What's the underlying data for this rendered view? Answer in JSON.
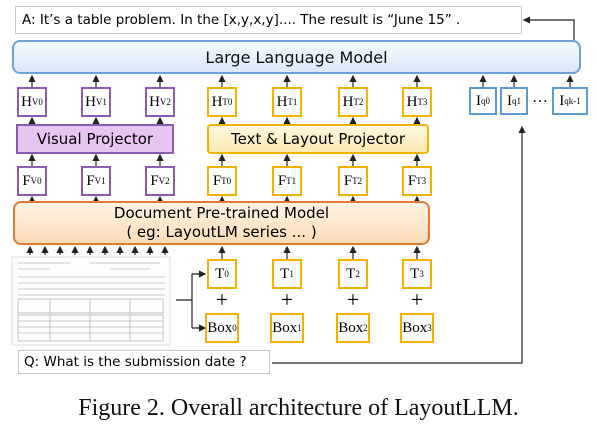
{
  "answer": "A: It’s a table problem. In the [x,y,x,y].... The result is “June 15” .",
  "llm": "Large Language Model",
  "h_visual": [
    {
      "b": "H",
      "s": "V0"
    },
    {
      "b": "H",
      "s": "V1"
    },
    {
      "b": "H",
      "s": "V2"
    }
  ],
  "h_text": [
    {
      "b": "H",
      "s": "T0"
    },
    {
      "b": "H",
      "s": "T1"
    },
    {
      "b": "H",
      "s": "T2"
    },
    {
      "b": "H",
      "s": "T3"
    }
  ],
  "instr": [
    {
      "b": "I",
      "s": "q0"
    },
    {
      "b": "I",
      "s": "q1"
    },
    {
      "b": "I",
      "s": "qk-1"
    }
  ],
  "instr_dots": "…",
  "visual_projector": "Visual Projector",
  "text_projector": "Text & Layout Projector",
  "f_visual": [
    {
      "b": "F",
      "s": "V0"
    },
    {
      "b": "F",
      "s": "V1"
    },
    {
      "b": "F",
      "s": "V2"
    }
  ],
  "f_text": [
    {
      "b": "F",
      "s": "T0"
    },
    {
      "b": "F",
      "s": "T1"
    },
    {
      "b": "F",
      "s": "T2"
    },
    {
      "b": "F",
      "s": "T3"
    }
  ],
  "dpm_line1": "Document Pre-trained Model",
  "dpm_line2": "( eg: LayoutLM series ... )",
  "tokens": [
    {
      "b": "T",
      "s": "0"
    },
    {
      "b": "T",
      "s": "1"
    },
    {
      "b": "T",
      "s": "2"
    },
    {
      "b": "T",
      "s": "3"
    }
  ],
  "plus": "+",
  "boxes": [
    {
      "b": "Box",
      "s": "0"
    },
    {
      "b": "Box",
      "s": "1"
    },
    {
      "b": "Box",
      "s": "2"
    },
    {
      "b": "Box",
      "s": "3"
    }
  ],
  "question": "Q: What is the submission date ?",
  "caption": "Figure 2. Overall architecture of LayoutLLM.",
  "colors": {
    "visual": "#8a5bb0",
    "text": "#f0b400",
    "llm": "#6ea2d7",
    "dpm": "#e07a32",
    "instr": "#5b9bd5"
  }
}
